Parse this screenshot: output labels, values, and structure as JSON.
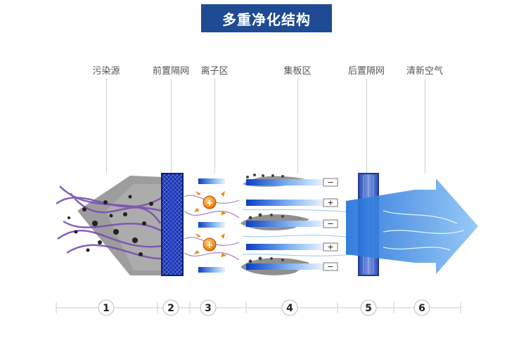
{
  "title": "多重净化结构",
  "stages": [
    {
      "num": "1",
      "label": "污染源"
    },
    {
      "num": "2",
      "label": "前置隔网"
    },
    {
      "num": "3",
      "label": "离子区"
    },
    {
      "num": "4",
      "label": "集板区"
    },
    {
      "num": "5",
      "label": "后置隔网"
    },
    {
      "num": "6",
      "label": "清新空气"
    }
  ],
  "plates": [
    {
      "sign": "−"
    },
    {
      "sign": "+"
    },
    {
      "sign": "−"
    },
    {
      "sign": "+"
    },
    {
      "sign": "−"
    }
  ],
  "ion_sign": "+",
  "colors": {
    "title_bg": "#1e4b93",
    "filter_blue": "#1f3fbf",
    "arrow_blue": "#3a8fe6",
    "pollution_purple": "#7a4fb0",
    "ion_orange": "#f08a12"
  }
}
